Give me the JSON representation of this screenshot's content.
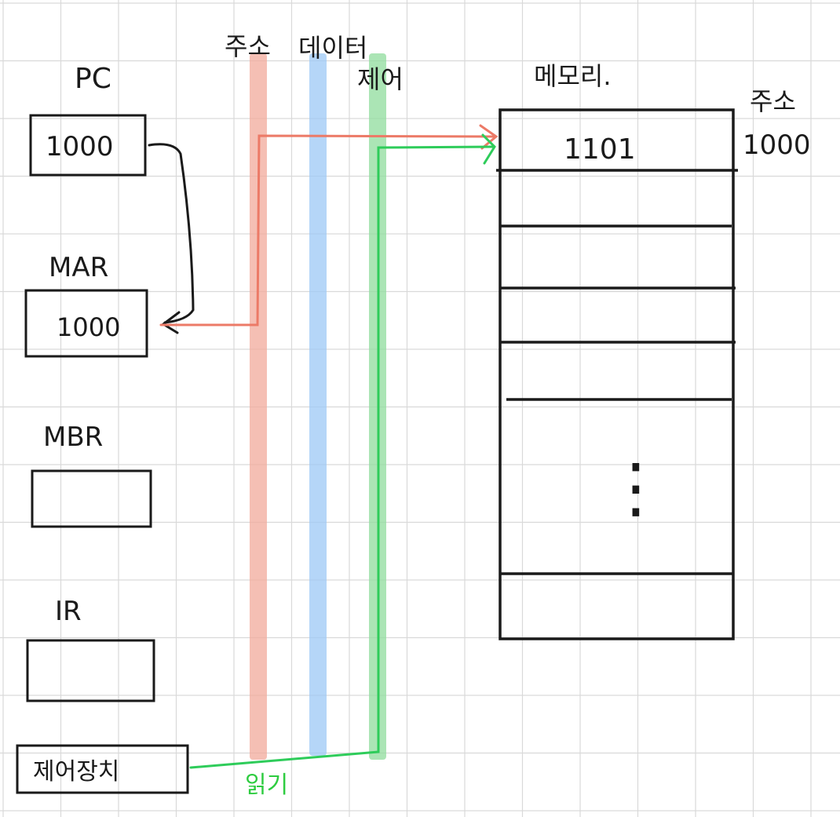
{
  "registers": {
    "pc": {
      "label": "PC",
      "value": "1000"
    },
    "mar": {
      "label": "MAR",
      "value": "1000"
    },
    "mbr": {
      "label": "MBR",
      "value": ""
    },
    "ir": {
      "label": "IR",
      "value": ""
    },
    "control_unit": {
      "label": "제어장치"
    }
  },
  "buses": {
    "address": {
      "label": "주소",
      "color": "#f2a99b"
    },
    "data": {
      "label": "데이터",
      "color": "#9cc8f5"
    },
    "control": {
      "label": "제어",
      "color": "#8fdc9c"
    }
  },
  "signal": {
    "read_label": "읽기"
  },
  "memory": {
    "title": "메모리.",
    "address_header": "주소",
    "address_value": "1000",
    "first_cell_value": "1101",
    "ellipsis": "⋮"
  },
  "colors": {
    "address_line": "#ec7a67",
    "control_line": "#2ecc5a",
    "ink": "#1a1a1a",
    "grid": "#d9d9d9"
  }
}
